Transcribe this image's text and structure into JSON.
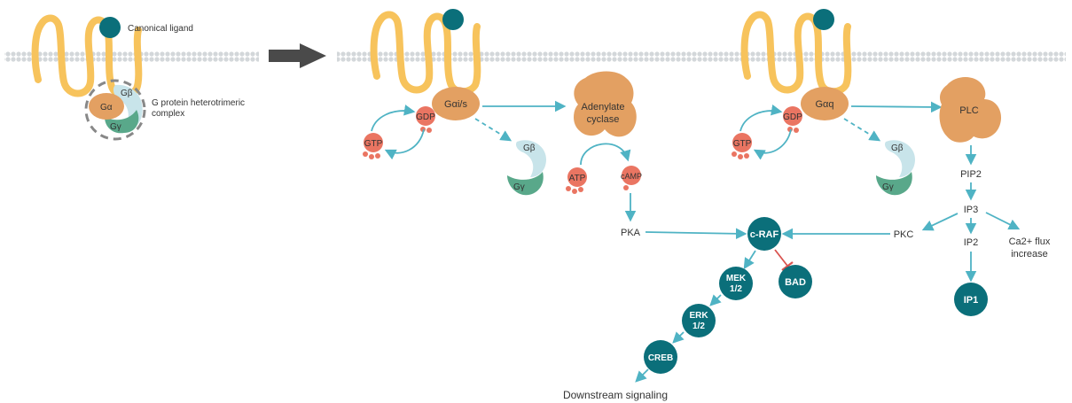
{
  "colors": {
    "membrane": "#d3d7da",
    "receptor": "#f7c35c",
    "ligand": "#0b6f7a",
    "g_alpha": "#e3a062",
    "g_beta": "#c8e4ea",
    "g_gamma": "#59a88a",
    "gdp_gtp": "#ea7562",
    "enzyme": "#e3a062",
    "kinase_node": "#0b6f7a",
    "arrow": "#4fb3c4",
    "inhibit": "#d9534f",
    "text": "#333333",
    "big_arrow": "#4a4a4a"
  },
  "legend": {
    "ligand_label": "Canonical ligand",
    "complex_label_line1": "G protein heterotrimeric",
    "complex_label_line2": "complex",
    "g_alpha": "Gα",
    "g_beta": "Gβ",
    "g_gamma": "Gγ"
  },
  "pathway_gi_s": {
    "g_alpha": "Gαi/s",
    "gdp": "GDP",
    "gtp": "GTP",
    "g_beta": "Gβ",
    "g_gamma": "Gγ",
    "enzyme_line1": "Adenylate",
    "enzyme_line2": "cyclase",
    "atp": "ATP",
    "camp": "cAMP",
    "pka": "PKA"
  },
  "pathway_gq": {
    "g_alpha": "Gαq",
    "gdp": "GDP",
    "gtp": "GTP",
    "g_beta": "Gβ",
    "g_gamma": "Gγ",
    "enzyme": "PLC",
    "pip2": "PIP2",
    "ip3": "IP3",
    "pkc": "PKC",
    "ip2": "IP2",
    "ca_line1": "Ca2+ flux",
    "ca_line2": "increase",
    "ip1": "IP1"
  },
  "cascade": {
    "craf": "c-RAF",
    "bad": "BAD",
    "mek_line1": "MEK",
    "mek_line2": "1/2",
    "erk_line1": "ERK",
    "erk_line2": "1/2",
    "creb": "CREB",
    "downstream": "Downstream signaling"
  }
}
